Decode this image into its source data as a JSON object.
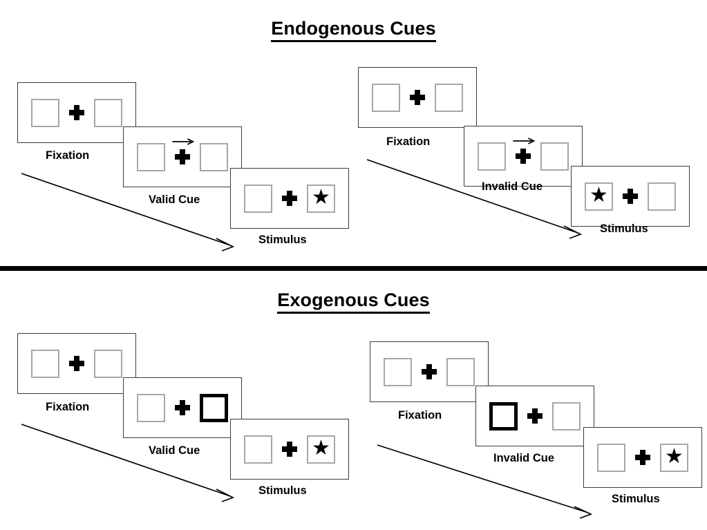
{
  "figure": {
    "title_endogenous": "Endogenous Cues",
    "title_exogenous": "Exogenous Cues"
  },
  "labels": {
    "fixation": "Fixation",
    "valid_cue": "Valid Cue",
    "invalid_cue": "Invalid Cue",
    "stimulus": "Stimulus"
  },
  "glyphs": {
    "star": "★"
  },
  "colors": {
    "stroke": "#000000",
    "panel_border": "#3a3a3a",
    "box_border": "#a6a6a6",
    "cued_box_border": "#000000",
    "background": "#ffffff"
  },
  "sections": [
    {
      "id": "endogenous",
      "title": "Endogenous Cues",
      "cue_type": "central-arrow",
      "sequences": [
        {
          "id": "endogenous-valid",
          "condition": "Valid Cue",
          "frames": [
            {
              "caption": "Fixation",
              "left_box": "empty",
              "right_box": "empty",
              "cue": "none"
            },
            {
              "caption": "Valid Cue",
              "left_box": "empty",
              "right_box": "empty",
              "cue": "arrow-right"
            },
            {
              "caption": "Stimulus",
              "left_box": "empty",
              "right_box": "star",
              "cue": "none"
            }
          ]
        },
        {
          "id": "endogenous-invalid",
          "condition": "Invalid Cue",
          "frames": [
            {
              "caption": "Fixation",
              "left_box": "empty",
              "right_box": "empty",
              "cue": "none"
            },
            {
              "caption": "Invalid Cue",
              "left_box": "empty",
              "right_box": "empty",
              "cue": "arrow-right"
            },
            {
              "caption": "Stimulus",
              "left_box": "star",
              "right_box": "empty",
              "cue": "none"
            }
          ]
        }
      ]
    },
    {
      "id": "exogenous",
      "title": "Exogenous Cues",
      "cue_type": "peripheral-box-flash",
      "sequences": [
        {
          "id": "exogenous-valid",
          "condition": "Valid Cue",
          "frames": [
            {
              "caption": "Fixation",
              "left_box": "empty",
              "right_box": "empty",
              "cue": "none"
            },
            {
              "caption": "Valid Cue",
              "left_box": "empty",
              "right_box": "cued",
              "cue": "right-box-highlight"
            },
            {
              "caption": "Stimulus",
              "left_box": "empty",
              "right_box": "star",
              "cue": "none"
            }
          ]
        },
        {
          "id": "exogenous-invalid",
          "condition": "Invalid Cue",
          "frames": [
            {
              "caption": "Fixation",
              "left_box": "empty",
              "right_box": "empty",
              "cue": "none"
            },
            {
              "caption": "Invalid Cue",
              "left_box": "cued",
              "right_box": "empty",
              "cue": "left-box-highlight"
            },
            {
              "caption": "Stimulus",
              "left_box": "empty",
              "right_box": "star",
              "cue": "none"
            }
          ]
        }
      ]
    }
  ]
}
